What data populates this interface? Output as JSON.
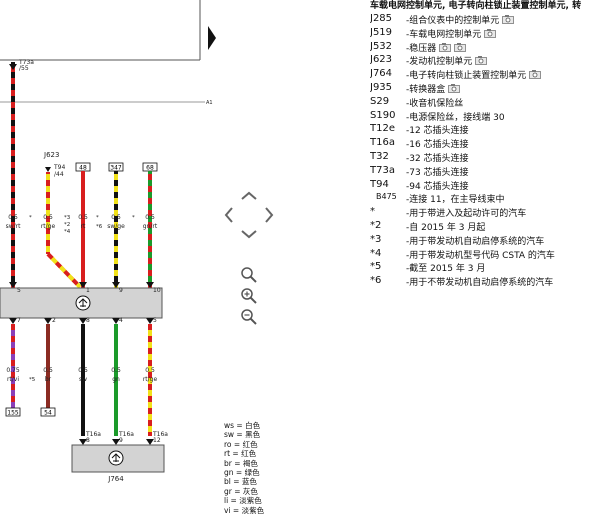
{
  "legend": {
    "title": "车载电网控制单元, 电子转向柱锁止装置控制单元, 转",
    "items": [
      {
        "code": "J285",
        "desc": "-组合仪表中的控制单元",
        "cam": true
      },
      {
        "code": "J519",
        "desc": "-车载电网控制单元",
        "cam": true
      },
      {
        "code": "J532",
        "desc": "-稳压器",
        "cam": true,
        "cam2": true
      },
      {
        "code": "J623",
        "desc": "-发动机控制单元",
        "cam": true
      },
      {
        "code": "J764",
        "desc": "-电子转向柱锁止装置控制单元",
        "cam": true
      },
      {
        "code": "J935",
        "desc": "-转换器盒",
        "cam": true
      },
      {
        "code": "S29",
        "desc": "-收音机保险丝"
      },
      {
        "code": "S190",
        "desc": "-电源保险丝，接线端 30"
      },
      {
        "code": "T12e",
        "desc": "-12 芯插头连接"
      },
      {
        "code": "T16a",
        "desc": "-16 芯插头连接"
      },
      {
        "code": "T32",
        "desc": "-32 芯插头连接"
      },
      {
        "code": "T73a",
        "desc": "-73 芯插头连接"
      },
      {
        "code": "T94",
        "desc": "-94 芯插头连接"
      },
      {
        "code": "B475",
        "desc": "-连接 11，在主导线束中",
        "small": true
      },
      {
        "code": "*",
        "desc": "-用于带进入及起动许可的汽车"
      },
      {
        "code": "*2",
        "desc": "-自 2015 年 3 月起"
      },
      {
        "code": "*3",
        "desc": "-用于带发动机自动启停系统的汽车"
      },
      {
        "code": "*4",
        "desc": "-用于带发动机型号代码 CSTA 的汽车"
      },
      {
        "code": "*5",
        "desc": "-截至 2015 年 3 月"
      },
      {
        "code": "*6",
        "desc": "-用于不带发动机自动启停系统的汽车"
      }
    ]
  },
  "colors": [
    {
      "abbr": "ws",
      "name": "白色"
    },
    {
      "abbr": "sw",
      "name": "黑色"
    },
    {
      "abbr": "ro",
      "name": "红色"
    },
    {
      "abbr": "rt",
      "name": "红色"
    },
    {
      "abbr": "br",
      "name": "褐色"
    },
    {
      "abbr": "gn",
      "name": "绿色"
    },
    {
      "abbr": "bl",
      "name": "蓝色"
    },
    {
      "abbr": "gr",
      "name": "灰色"
    },
    {
      "abbr": "li",
      "name": "淡紫色"
    },
    {
      "abbr": "vi",
      "name": "淡紫色"
    }
  ],
  "diagram": {
    "t73a_pin": "T73a",
    "t73a_num": "/55",
    "a1": "A1",
    "j623": "J623",
    "t94": "T94",
    "t94_pin": "/44",
    "box_labels": [
      "48",
      "347",
      "68",
      "155",
      "54"
    ],
    "upper_wires": [
      {
        "size": "0.5",
        "color": "sw/rt"
      },
      {
        "size": "0.5",
        "color": "rt/ge"
      },
      {
        "size": "0.5",
        "color": "rt"
      },
      {
        "size": "0.5",
        "color": "sw/ge"
      },
      {
        "size": "0.5",
        "color": "gn/rt"
      }
    ],
    "upper_notes": [
      "*3",
      "*2",
      "*4",
      "*6"
    ],
    "upper_stars": [
      "*",
      "*",
      "*"
    ],
    "conn_pins_top": [
      "5",
      "1",
      "9",
      "10"
    ],
    "conn_pins_bottom": [
      "7",
      "2",
      "8",
      "4",
      "5"
    ],
    "lower_wires": [
      {
        "size": "0.75",
        "color": "rt/vi"
      },
      {
        "size": "0.5",
        "color": "br"
      },
      {
        "size": "0.5",
        "color": "sw"
      },
      {
        "size": "0.5",
        "color": "gn"
      },
      {
        "size": "0.5",
        "color": "rt/ge"
      }
    ],
    "lower_note": "*5",
    "t16a_labels": [
      "T16a",
      "T16a",
      "T16a"
    ],
    "t16a_pins": [
      "8",
      "9",
      "12"
    ],
    "j764": "J764"
  }
}
